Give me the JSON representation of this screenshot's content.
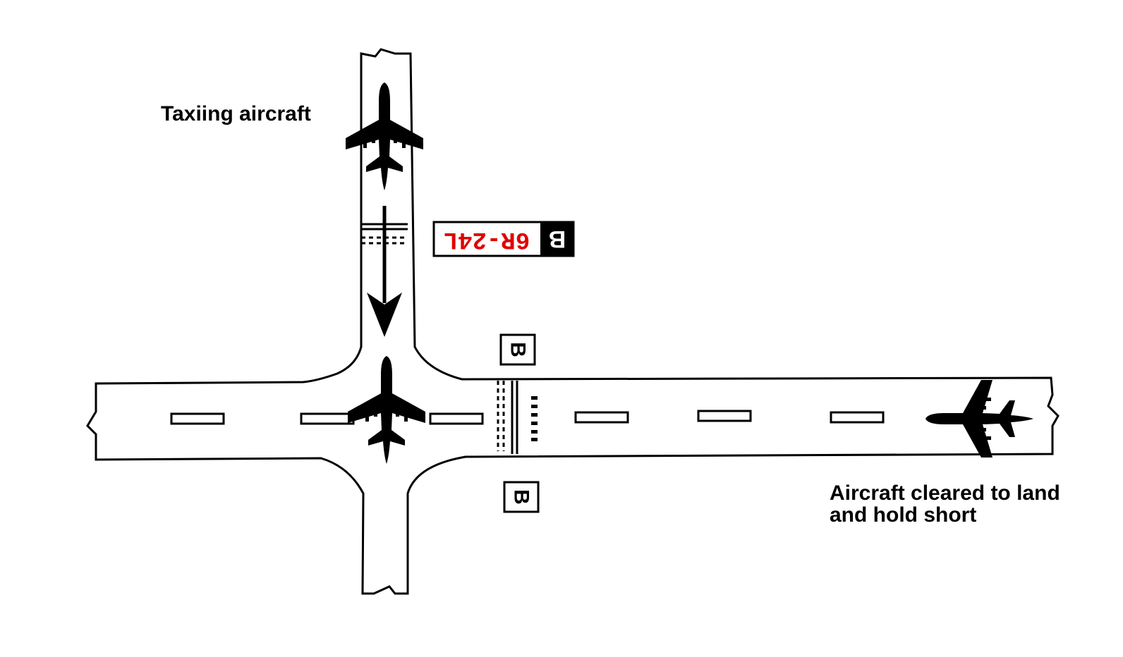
{
  "labels": {
    "taxiing": "Taxiing aircraft",
    "landing_line1": "Aircraft cleared to land",
    "landing_line2": "and hold short"
  },
  "signs": {
    "hold_short_runway_sign": {
      "location_letter": "B",
      "runway": "6R-24L",
      "runway_text_color": "#e00000",
      "background": "#ffffff",
      "letter_background": "#000000",
      "letter_color": "#ffffff"
    },
    "location_sign_north": "B",
    "location_sign_south": "B"
  },
  "colors": {
    "pavement": "#ffffff",
    "outline": "#000000",
    "aircraft": "#000000"
  }
}
